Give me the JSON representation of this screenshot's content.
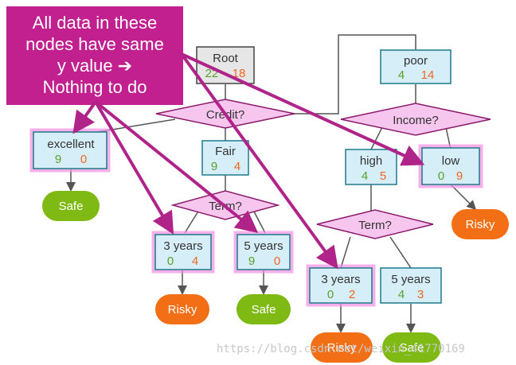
{
  "callout": {
    "lines": [
      "All data in these",
      "nodes have same",
      "y value ➔",
      "Nothing to do"
    ]
  },
  "nodes": {
    "root": {
      "label": "Root",
      "a": "22",
      "b": "18"
    },
    "poor": {
      "label": "poor",
      "a": "4",
      "b": "14"
    },
    "excellent": {
      "label": "excellent",
      "a": "9",
      "b": "0"
    },
    "fair": {
      "label": "Fair",
      "a": "9",
      "b": "4"
    },
    "high": {
      "label": "high",
      "a": "4",
      "b": "5"
    },
    "low": {
      "label": "low",
      "a": "0",
      "b": "9"
    },
    "fair_3y": {
      "label": "3 years",
      "a": "0",
      "b": "4"
    },
    "fair_5y": {
      "label": "5 years",
      "a": "9",
      "b": "0"
    },
    "high_3y": {
      "label": "3 years",
      "a": "0",
      "b": "2"
    },
    "high_5y": {
      "label": "5 years",
      "a": "4",
      "b": "3"
    }
  },
  "decisions": {
    "credit": "Credit?",
    "income": "Income?",
    "term_fair": "Term?",
    "term_high": "Term?"
  },
  "leaves": {
    "excellent": "Safe",
    "low": "Risky",
    "fair_3y": "Risky",
    "fair_5y": "Safe",
    "high_3y": "Risky",
    "high_5y": "Safe"
  },
  "watermark": "https://blog.csdn.net/weixin_41770169",
  "colors": {
    "node_fill": "#d6eef8",
    "node_border": "#1f7a8c",
    "decision_fill": "#f6c6ee",
    "decision_border": "#8b1a6b",
    "callout": "#c21f8f",
    "arrow": "#b0248a",
    "safe": "#7fba14",
    "risky": "#f26f15",
    "root_fill": "#e6e6e6",
    "highlight_glow": "#f48fe0"
  }
}
